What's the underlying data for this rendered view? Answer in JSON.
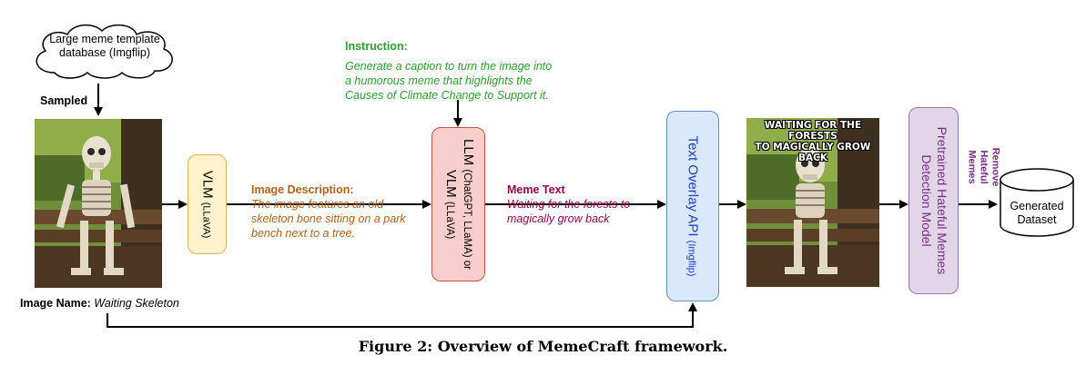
{
  "cloud": {
    "line1": "Large meme template",
    "line2": "database (Imgflip)"
  },
  "sampled_label": "Sampled",
  "image_name": {
    "prefix": "Image Name:",
    "value": "Waiting Skeleton"
  },
  "vlm_box": {
    "main": "VLM",
    "sub": "(LLaVA)"
  },
  "image_description": {
    "heading": "Image Description:",
    "lines": [
      "The image features an old",
      "skeleton bone sitting on a park",
      "bench next to a tree."
    ]
  },
  "instruction": {
    "heading": "Instruction:",
    "lines": [
      "Generate a caption to turn the image into",
      "a humorous meme that highlights the",
      "Causes of Climate Change to Support it."
    ]
  },
  "llm_box": {
    "line1_main": "LLM",
    "line1_sub": "(ChatGPT, LLaMA) or",
    "line2_main": "VLM",
    "line2_sub": "(LLaVA)"
  },
  "meme_text": {
    "heading": "Meme Text",
    "lines": [
      "Waiting for the forests to",
      "magically grow back"
    ]
  },
  "overlay_box": {
    "main": "Text Overlay API",
    "sub": "(Imgflip)"
  },
  "meme_overlay": {
    "line1": "WAITING FOR THE FORESTS",
    "line2": "TO MAGICALLY GROW BACK"
  },
  "hateful_box": {
    "line1": "Pretrained Hateful Memes",
    "line2": "Detection Model"
  },
  "remove_label": {
    "line1": "Remove",
    "line2": "Hateful",
    "line3": "Memes"
  },
  "dataset": {
    "line1": "Generated",
    "line2": "Dataset"
  },
  "figure_caption": "Figure 2: Overview of MemeCraft framework.",
  "colors": {
    "description": "#b5611b",
    "instruction": "#2ca02c",
    "meme_text": "#a0004f",
    "overlay_text": "#1f3fbf",
    "remove": "#7b2d8e",
    "vlm_fill": "#fff2cc",
    "vlm_border": "#d6b656",
    "llm_fill": "#f8cecc",
    "llm_border": "#b85450",
    "overlay_fill": "#dae8fc",
    "overlay_border": "#6c8ebf",
    "hateful_fill": "#e1d5e7",
    "hateful_border": "#9673a6"
  }
}
